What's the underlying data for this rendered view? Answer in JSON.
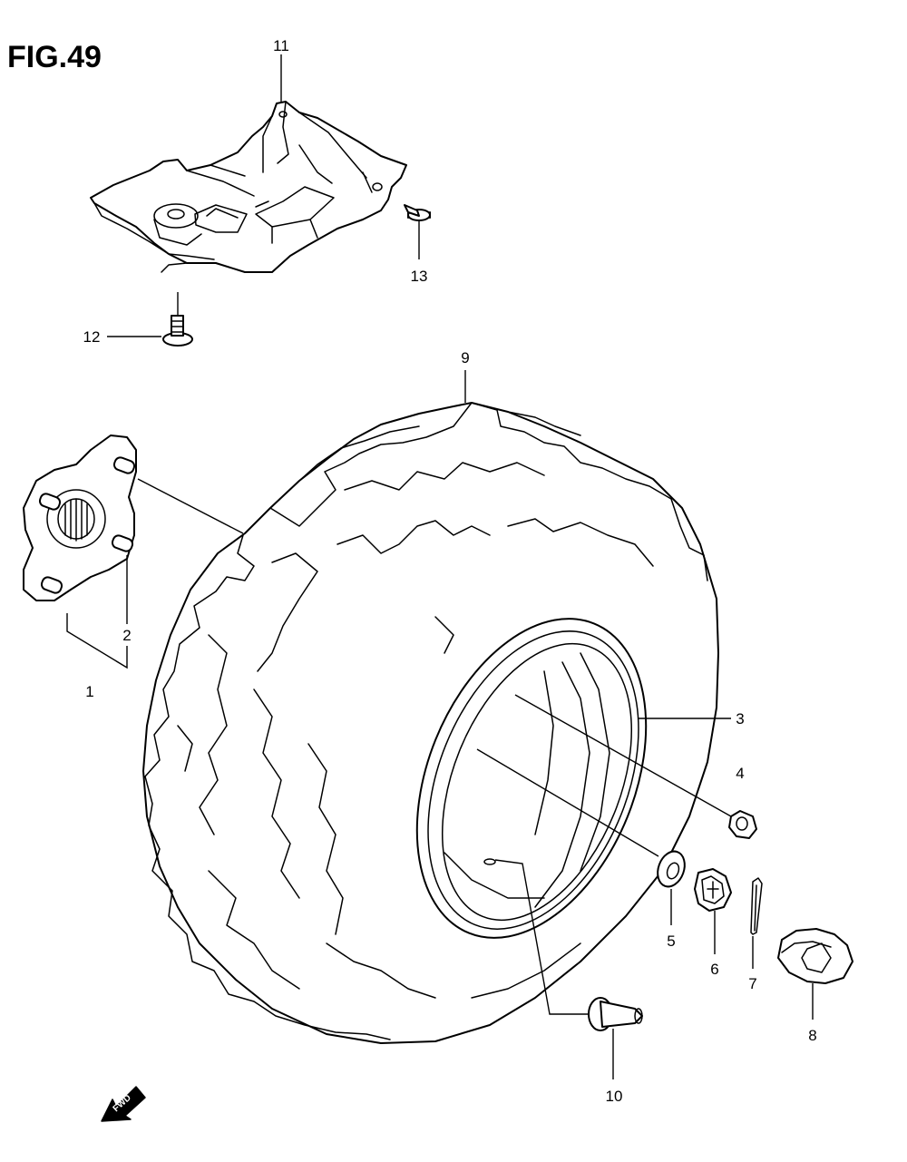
{
  "figure": {
    "title": "FIG.49"
  },
  "callouts": [
    {
      "id": "1",
      "label": "1"
    },
    {
      "id": "2",
      "label": "2"
    },
    {
      "id": "3",
      "label": "3"
    },
    {
      "id": "4",
      "label": "4"
    },
    {
      "id": "5",
      "label": "5"
    },
    {
      "id": "6",
      "label": "6"
    },
    {
      "id": "7",
      "label": "7"
    },
    {
      "id": "8",
      "label": "8"
    },
    {
      "id": "9",
      "label": "9"
    },
    {
      "id": "10",
      "label": "10"
    },
    {
      "id": "11",
      "label": "11"
    },
    {
      "id": "12",
      "label": "12"
    },
    {
      "id": "13",
      "label": "13"
    }
  ],
  "direction_arrow": {
    "label": "FWD"
  },
  "colors": {
    "line": "#000000",
    "background": "#ffffff"
  }
}
